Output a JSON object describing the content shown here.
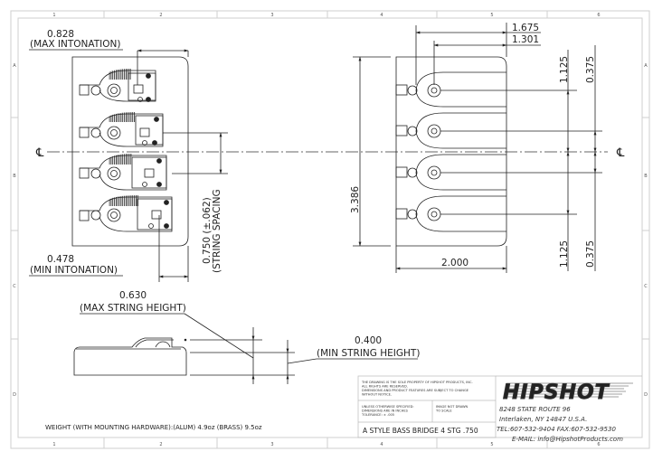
{
  "sheet": {
    "zones_top": [
      "1",
      "2",
      "3",
      "4",
      "5",
      "6"
    ],
    "zones_bottom": [
      "1",
      "2",
      "3",
      "4",
      "5",
      "6"
    ],
    "zones_left": [
      "A",
      "B",
      "C",
      "D"
    ],
    "zones_right": [
      "A",
      "B",
      "C",
      "D"
    ],
    "centerline_symbol": "℄"
  },
  "top_view": {
    "max_intonation_value": "0.828",
    "max_intonation_label": "(MAX INTONATION)",
    "min_intonation_value": "0.478",
    "min_intonation_label": "(MIN INTONATION)",
    "string_spacing_value": "0.750 (±.062)",
    "string_spacing_label": "(STRING SPACING"
  },
  "base_view": {
    "dim_1675": "1.675",
    "dim_1301": "1.301",
    "dim_1125_top": "1.125",
    "dim_0375_top": "0.375",
    "dim_1125_bottom": "1.125",
    "dim_0375_bottom": "0.375",
    "dim_length": "3.386",
    "dim_width": "2.000"
  },
  "side_view": {
    "max_height_value": "0.630",
    "max_height_label": "(MAX STRING HEIGHT)",
    "min_height_value": "0.400",
    "min_height_label": "(MIN STRING HEIGHT)"
  },
  "notes": {
    "weight": "WEIGHT (WITH MOUNTING HARDWARE):(ALUM) 4.9oz (BRASS) 9.5oz"
  },
  "title_block": {
    "property_line1": "THE DRAWING IS THE SOLE PROPERTY OF HIPSHOT PRODUCTS, INC.",
    "property_line2": "ALL RIGHTS ARE RESERVED.",
    "property_line3": "DIMENSIONS AND PRODUCT FEATURES ARE SUBJECT TO CHANGE",
    "property_line4": "WITHOUT NOTICE.",
    "units_line1": "UNLESS OTHERWISE SPECIFIED:",
    "units_line2": "DIMENSIONS ARE IN INCHES",
    "units_line3": "TOLERANCE: ± .005",
    "scale_line1": "IMAGE NOT DRAWN",
    "scale_line2": "TO SCALE",
    "part_title": "A STYLE BASS BRIDGE 4 STG .750",
    "company_logo": "HIPSHOT",
    "address_line1": "8248 STATE ROUTE 96",
    "address_line2": "Interlaken, NY 14847 U.S.A.",
    "phone_line": "TEL:607-532-9404 FAX:607-532-9530",
    "email_line": "E-MAIL: info@HipshotProducts.com"
  }
}
